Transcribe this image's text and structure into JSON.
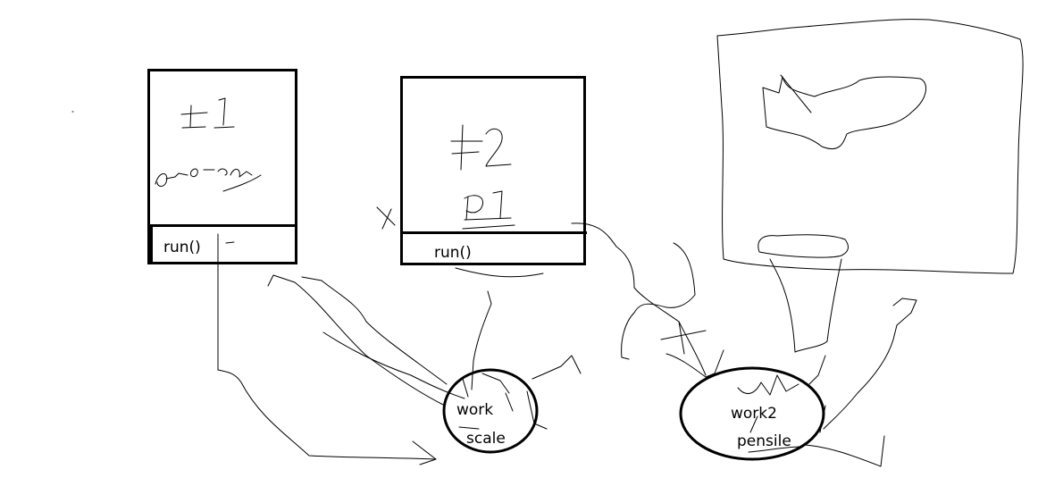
{
  "diagram": {
    "thread1": {
      "run_label": "run()"
    },
    "thread2": {
      "run_label": "run()"
    },
    "resource1": {
      "line1": "work",
      "line2": "scale"
    },
    "resource2": {
      "line1": "work2",
      "line2": "pensile"
    }
  },
  "colors": {
    "ink": "#000000",
    "background": "#ffffff"
  }
}
